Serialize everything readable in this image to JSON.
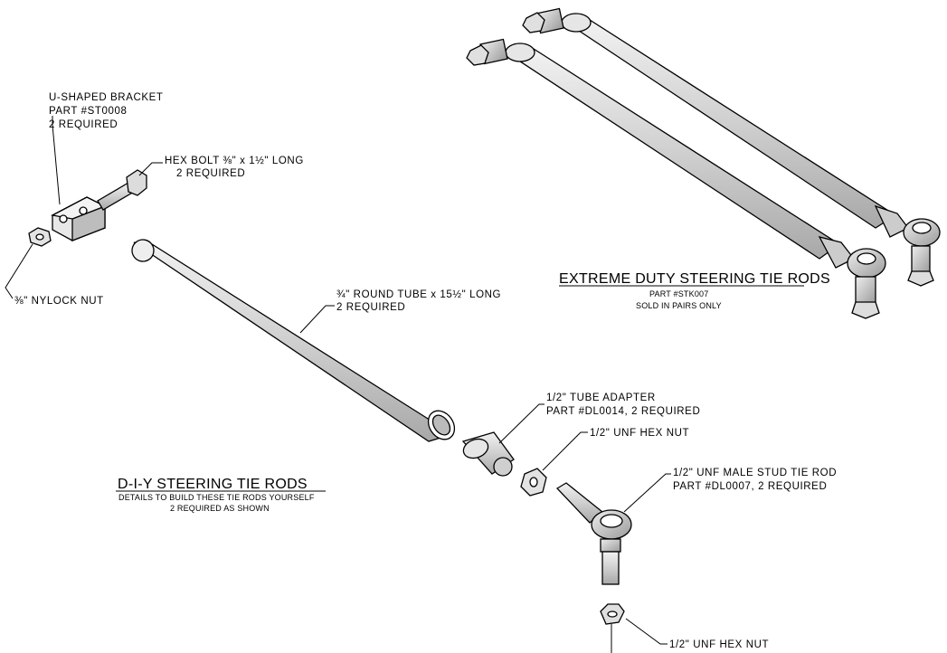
{
  "bracket": {
    "title": "U-SHAPED BRACKET",
    "part": "PART #ST0008",
    "qty": "2 REQUIRED"
  },
  "hex_bolt": {
    "title": "HEX BOLT ⅜\" x 1½\" LONG",
    "qty": "2 REQUIRED"
  },
  "nylock": {
    "title": "⅜\" NYLOCK NUT"
  },
  "tube": {
    "title": "¾\" ROUND TUBE x 15½\" LONG",
    "qty": "2 REQUIRED"
  },
  "adapter": {
    "title": "1/2\" TUBE ADAPTER",
    "part": "PART #DL0014, 2 REQUIRED"
  },
  "hex_nut_upper": {
    "title": "1/2\" UNF HEX NUT"
  },
  "stud_rod": {
    "title": "1/2\" UNF MALE STUD TIE ROD",
    "part": "PART #DL0007, 2 REQUIRED"
  },
  "hex_nut_lower": {
    "title": "1/2\" UNF HEX NUT"
  },
  "diy_section": {
    "title": "D-I-Y STEERING TIE RODS",
    "line1": "DETAILS TO BUILD THESE TIE RODS YOURSELF",
    "line2": "2 REQUIRED AS SHOWN"
  },
  "extreme_section": {
    "title": "EXTREME DUTY STEERING TIE RODS",
    "part": "PART #STK007",
    "note": "SOLD IN PAIRS ONLY"
  },
  "colors": {
    "line": "#000000",
    "part_fill": "#d9d9d9",
    "background": "#ffffff"
  }
}
